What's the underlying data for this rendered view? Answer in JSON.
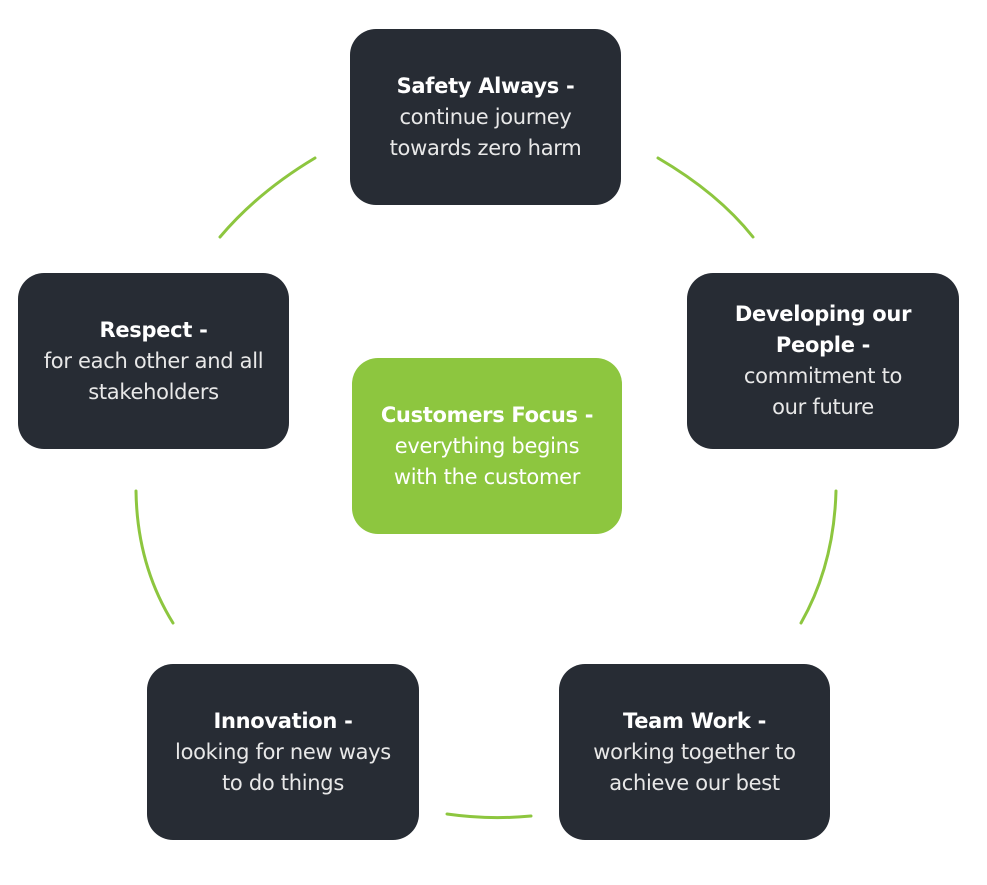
{
  "colors": {
    "box_dark": "#272c34",
    "box_center": "#8dc63f",
    "arc": "#8dc63f",
    "text": "#ffffff"
  },
  "center": {
    "title": "Customers Focus -",
    "desc": "everything begins\nwith the customer"
  },
  "values": [
    {
      "title": "Safety Always -",
      "desc": "continue journey\ntowards zero harm"
    },
    {
      "title": "Developing our\nPeople -",
      "desc": "commitment to\nour future"
    },
    {
      "title": "Team Work -",
      "desc": "working together to\nachieve our best"
    },
    {
      "title": "Innovation -",
      "desc": "looking for new ways\nto do things"
    },
    {
      "title": "Respect -",
      "desc": "for each other and all\nstakeholders"
    }
  ]
}
